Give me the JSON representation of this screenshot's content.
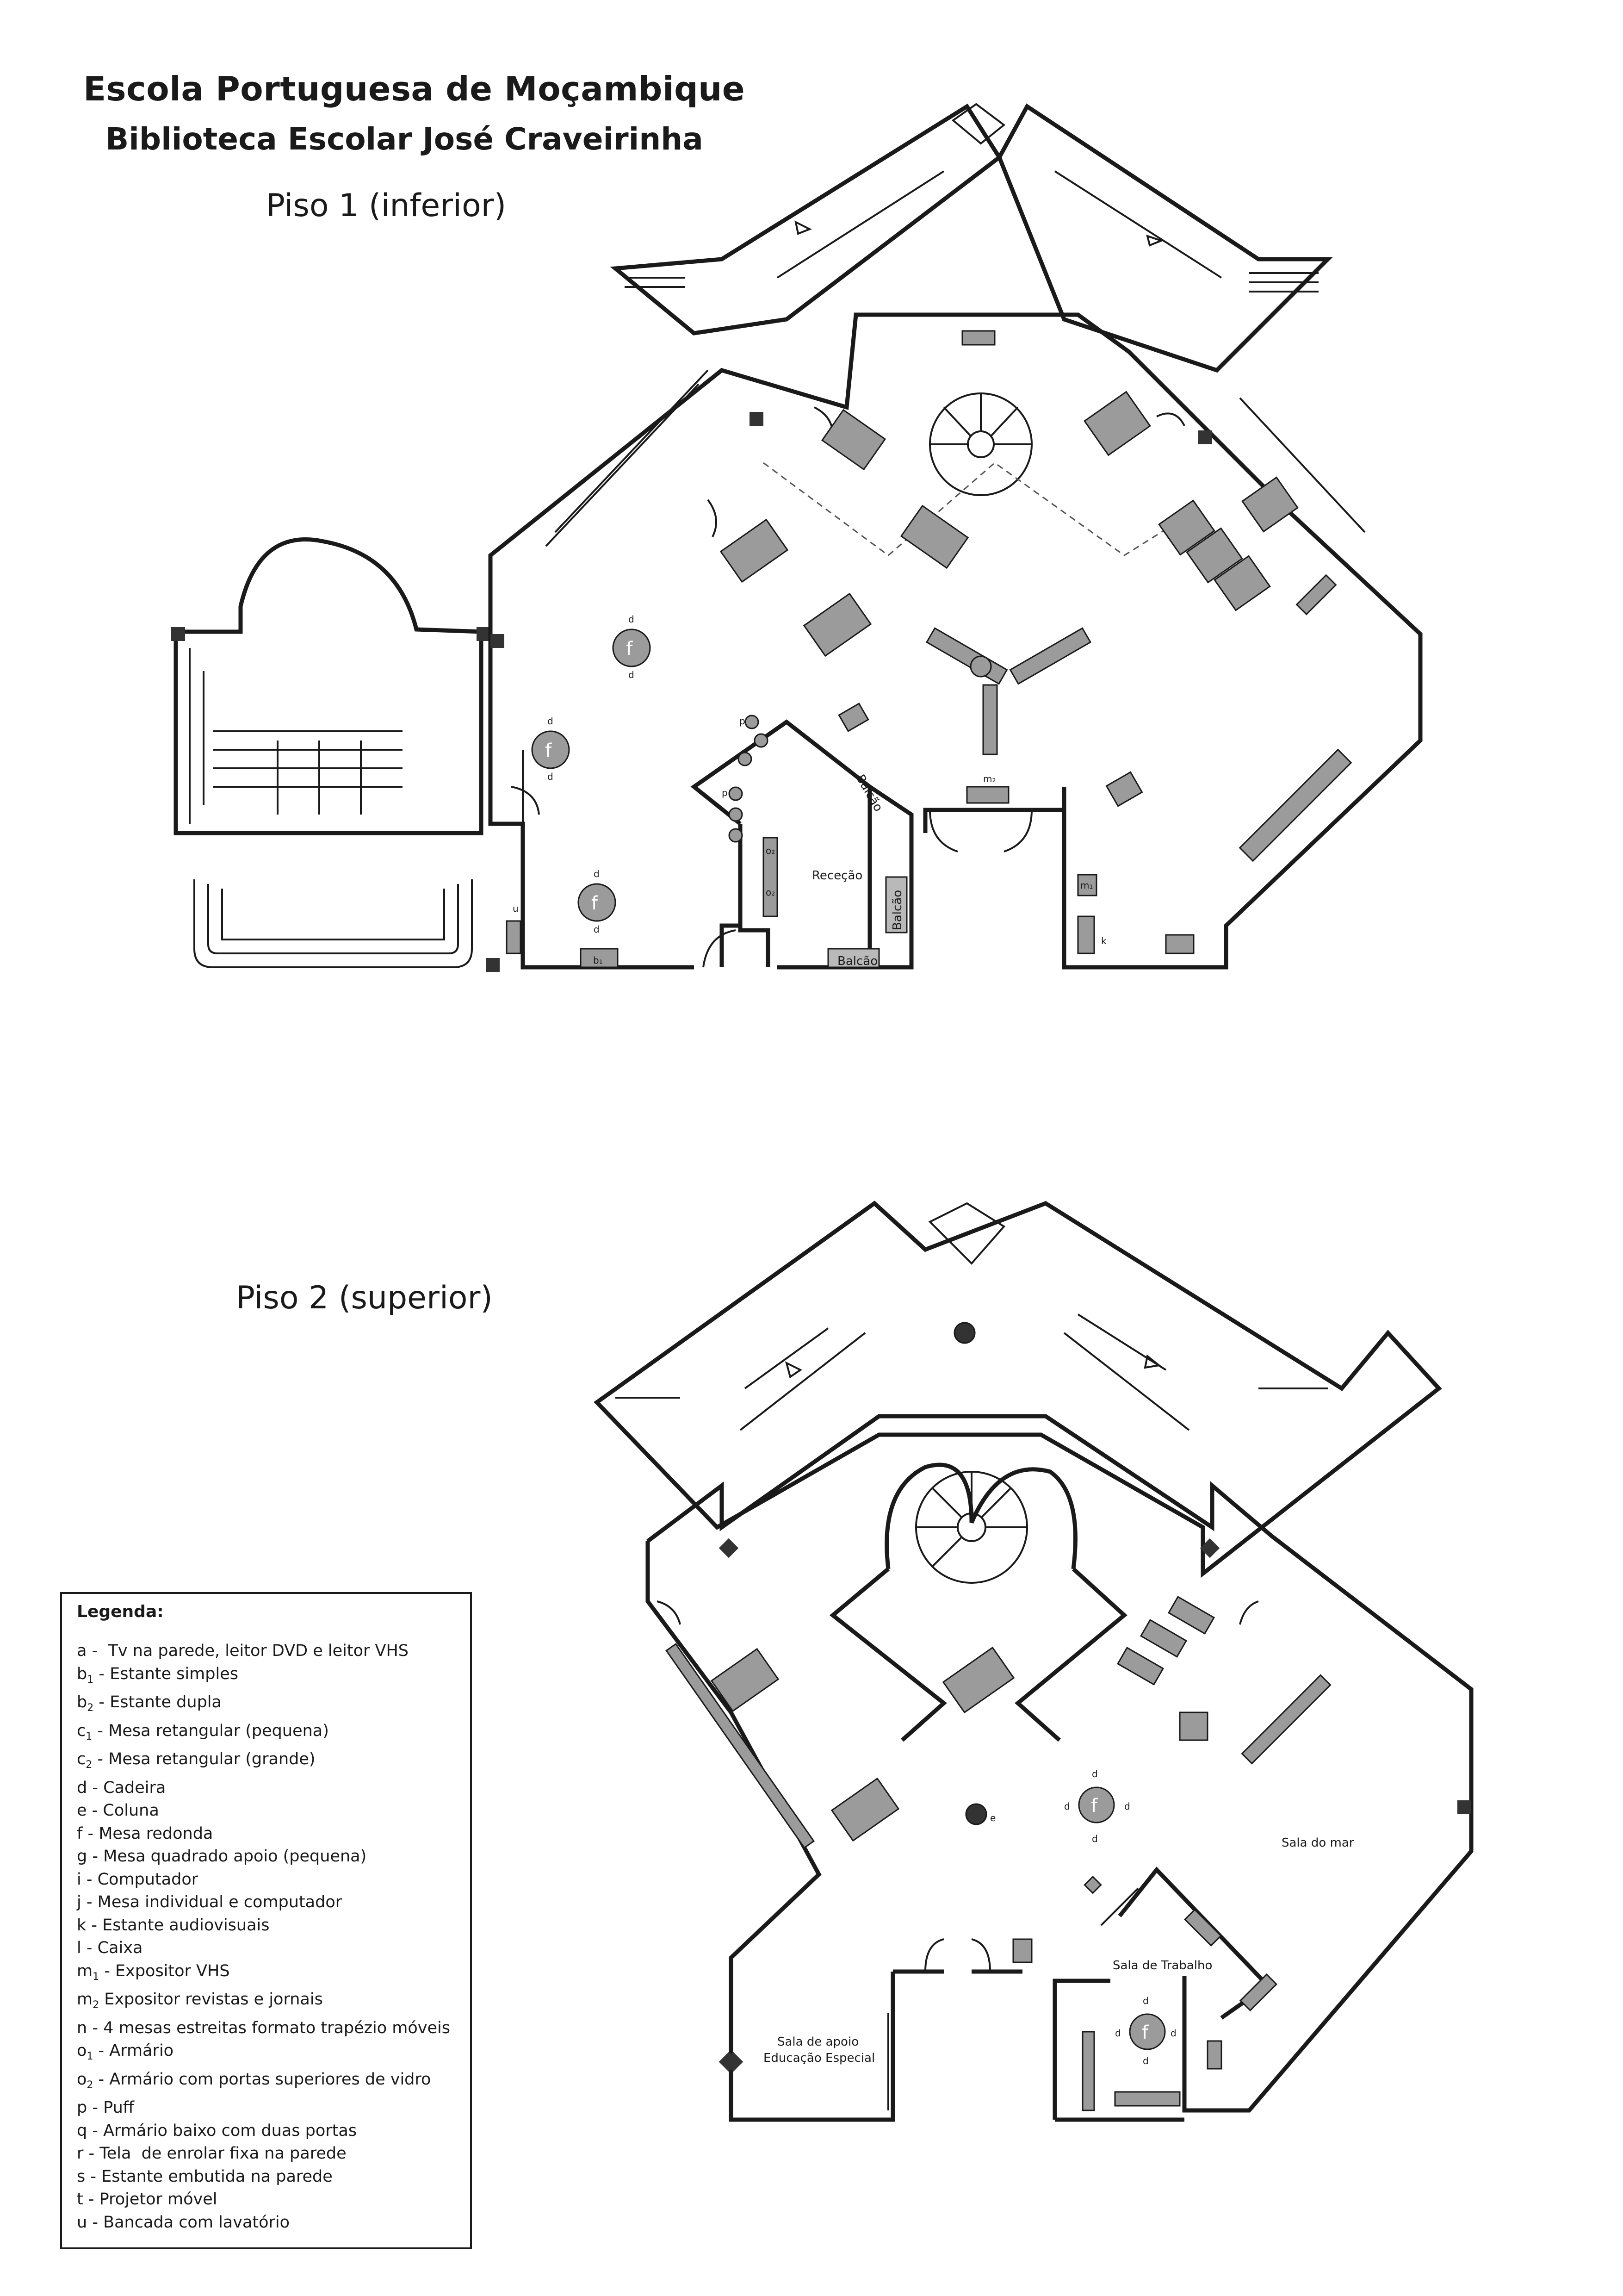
{
  "header": {
    "title": "Escola Portuguesa de Moçambique",
    "subtitle": "Biblioteca Escolar José Craveirinha"
  },
  "floors": [
    {
      "label": "Piso 1 (inferior)",
      "rooms": [
        "Receção"
      ],
      "counters": [
        "Balcão",
        "Balcão",
        "Balcão"
      ]
    },
    {
      "label": "Piso 2 (superior)",
      "rooms": [
        "Sala do mar",
        "Sala de Trabalho",
        "Sala de apoio",
        "Educação Especial"
      ]
    }
  ],
  "legend": {
    "title": "Legenda:",
    "items": [
      {
        "code": "a",
        "sub": "",
        "text": " -  Tv na parede, leitor DVD e leitor VHS"
      },
      {
        "code": "b",
        "sub": "1",
        "text": " - Estante simples"
      },
      {
        "code": "b",
        "sub": "2",
        "text": " - Estante dupla"
      },
      {
        "code": "c",
        "sub": "1",
        "text": " - Mesa retangular (pequena)"
      },
      {
        "code": "c",
        "sub": "2",
        "text": " - Mesa retangular (grande)"
      },
      {
        "code": "d",
        "sub": "",
        "text": " - Cadeira"
      },
      {
        "code": "e",
        "sub": "",
        "text": " - Coluna"
      },
      {
        "code": "f",
        "sub": "",
        "text": " - Mesa redonda"
      },
      {
        "code": "g",
        "sub": "",
        "text": " - Mesa quadrado apoio (pequena)"
      },
      {
        "code": "i",
        "sub": "",
        "text": " - Computador"
      },
      {
        "code": "j",
        "sub": "",
        "text": " - Mesa individual e computador"
      },
      {
        "code": "k",
        "sub": "",
        "text": " - Estante audiovisuais"
      },
      {
        "code": "l",
        "sub": "",
        "text": " - Caixa"
      },
      {
        "code": "m",
        "sub": "1",
        "text": " - Expositor VHS"
      },
      {
        "code": "m",
        "sub": "2",
        "text": " Expositor revistas e jornais"
      },
      {
        "code": "n",
        "sub": "",
        "text": " - 4 mesas estreitas formato trapézio móveis"
      },
      {
        "code": "o",
        "sub": "1",
        "text": " - Armário"
      },
      {
        "code": "o",
        "sub": "2",
        "text": " - Armário com portas superiores de vidro"
      },
      {
        "code": "p",
        "sub": "",
        "text": " - Puff"
      },
      {
        "code": "q",
        "sub": "",
        "text": " - Armário baixo com duas portas"
      },
      {
        "code": "r",
        "sub": "",
        "text": " - Tela  de enrolar fixa na parede"
      },
      {
        "code": "s",
        "sub": "",
        "text": " - Estante embutida na parede"
      },
      {
        "code": "t",
        "sub": "",
        "text": " - Projetor móvel"
      },
      {
        "code": "u",
        "sub": "",
        "text": " - Bancada com lavatório"
      }
    ]
  },
  "markers": {
    "round_table": "f",
    "chair": "d",
    "puff": "p",
    "column": "e",
    "cabinet_glass": "o₂",
    "vhs": "m₁",
    "magazines": "m₂",
    "av_shelf": "k",
    "bench": "u",
    "shelf": "b₁",
    "small_table": "c₁"
  },
  "colors": {
    "ink": "#1a1a1a",
    "furniture": "#9b9b9b"
  }
}
